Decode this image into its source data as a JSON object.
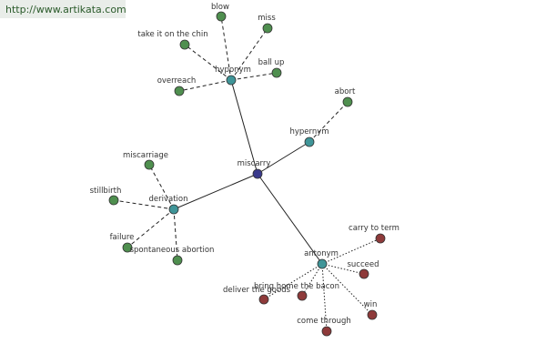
{
  "watermark": "http://www.artikata.com",
  "colors": {
    "center": "#3a3a8c",
    "relation": "#3f9598",
    "synonym_like": "#4f8f4f",
    "antonym": "#8e3a3a",
    "node_stroke": "#333333",
    "edge": "#222222"
  },
  "graph": {
    "center": "miscarry",
    "relations": [
      {
        "label": "hyponym",
        "edge_style": "dashed",
        "color_key": "synonym_like",
        "terms": [
          "blow",
          "miss",
          "take it on the chin",
          "ball up",
          "overreach"
        ]
      },
      {
        "label": "hypernym",
        "edge_style": "dashed",
        "color_key": "synonym_like",
        "terms": [
          "abort"
        ]
      },
      {
        "label": "derivation",
        "edge_style": "dashed",
        "color_key": "synonym_like",
        "terms": [
          "miscarriage",
          "stillbirth",
          "failure",
          "spontaneous abortion"
        ]
      },
      {
        "label": "antonym",
        "edge_style": "dotted",
        "color_key": "antonym",
        "terms": [
          "carry to term",
          "succeed",
          "win",
          "bring home the bacon",
          "deliver the goods",
          "come through"
        ]
      }
    ]
  }
}
